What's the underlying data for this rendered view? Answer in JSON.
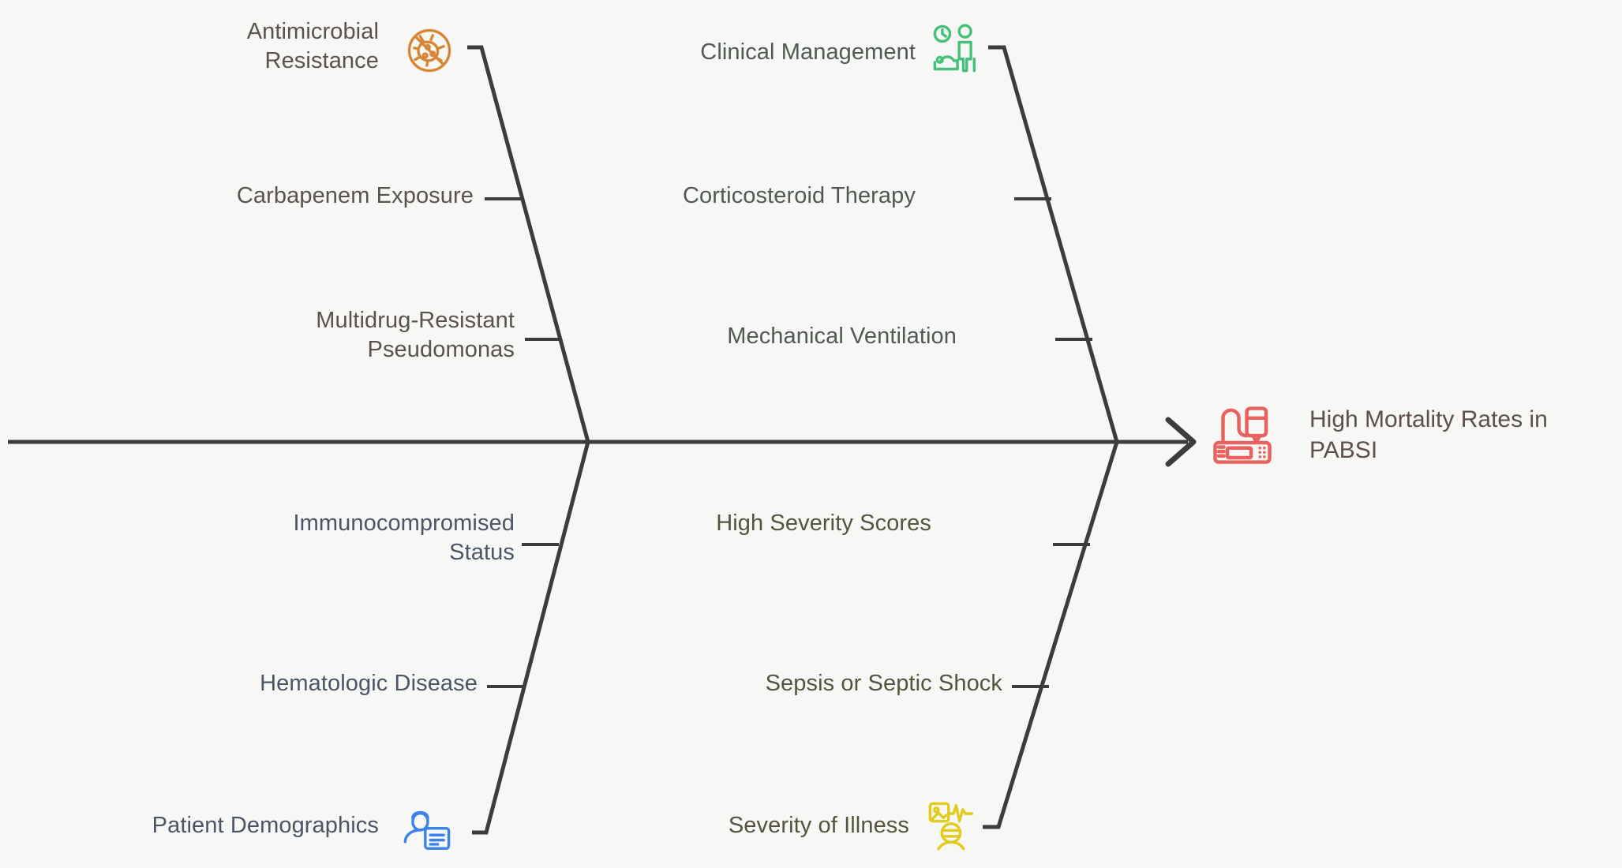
{
  "diagram": {
    "type": "fishbone-ishikawa",
    "background_color": "#f7f7f5",
    "bone_color": "#3c3c3c",
    "effect": {
      "text": "High Mortality Rates in\nPABSI",
      "color": "#5d4f4b",
      "icon": "defibrillator-icon",
      "icon_color": "#e8635f"
    },
    "categories": [
      {
        "id": "antimicrobial-resistance",
        "label": "Antimicrobial\nResistance",
        "position": "top-left",
        "color": "#5a524c",
        "icon": "no-bacteria-icon",
        "icon_color": "#d98536",
        "causes": [
          {
            "label": "Carbapenem Exposure"
          },
          {
            "label": "Multidrug-Resistant\nPseudomonas"
          }
        ]
      },
      {
        "id": "clinical-management",
        "label": "Clinical Management",
        "position": "top-right",
        "color": "#4e5a52",
        "icon": "patient-bedside-care-icon",
        "icon_color": "#44c07a",
        "causes": [
          {
            "label": "Corticosteroid Therapy"
          },
          {
            "label": "Mechanical Ventilation"
          }
        ]
      },
      {
        "id": "patient-demographics",
        "label": "Patient Demographics",
        "position": "bottom-left",
        "color": "#4a5565",
        "icon": "patient-record-icon",
        "icon_color": "#3d82e8",
        "causes": [
          {
            "label": "Immunocompromised\nStatus"
          },
          {
            "label": "Hematologic Disease"
          }
        ]
      },
      {
        "id": "severity-of-illness",
        "label": "Severity of Illness",
        "position": "bottom-right",
        "color": "#56543f",
        "icon": "vitals-monitor-patient-icon",
        "icon_color": "#e3cb1d",
        "causes": [
          {
            "label": "High Severity Scores"
          },
          {
            "label": "Sepsis or Septic Shock"
          }
        ]
      }
    ]
  }
}
